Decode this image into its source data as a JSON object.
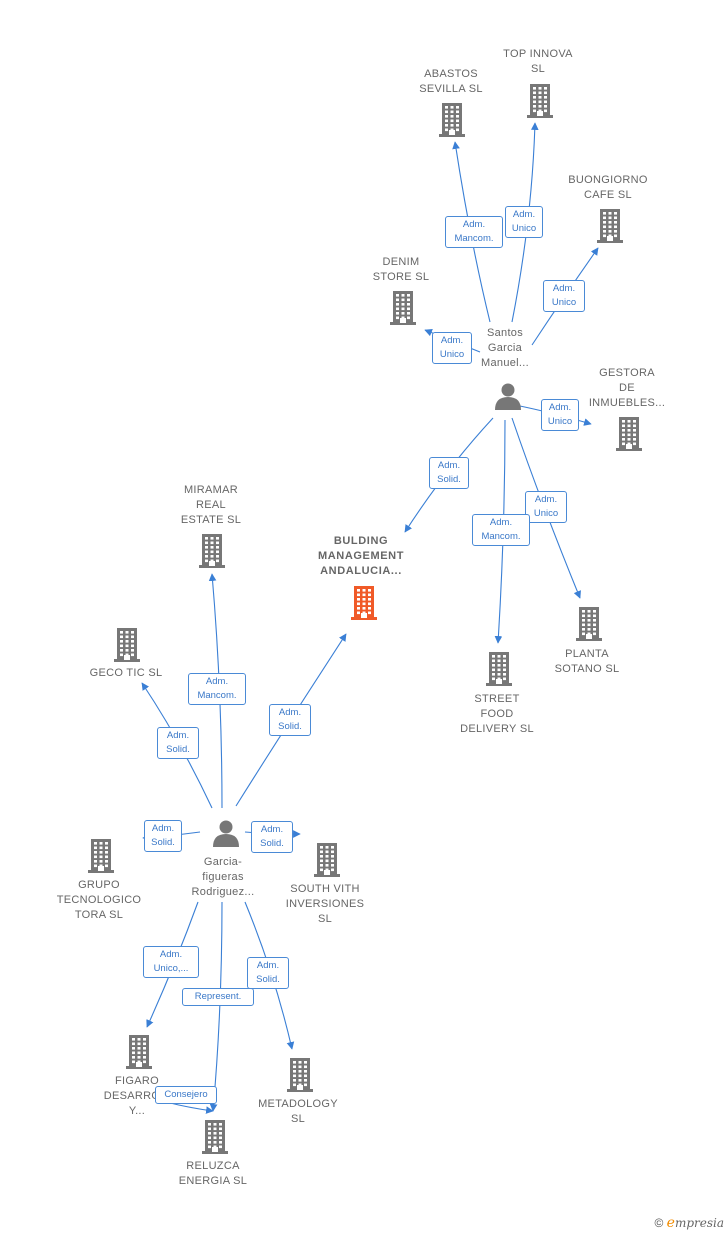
{
  "colors": {
    "edge": "#3a7fd5",
    "node": "#777777",
    "focus": "#f05a28"
  },
  "nodes": [
    {
      "id": "abastos",
      "type": "company",
      "label": [
        "ABASTOS",
        "SEVILLA SL"
      ]
    },
    {
      "id": "topinnova",
      "type": "company",
      "label": [
        "TOP INNOVA",
        "SL"
      ]
    },
    {
      "id": "buongiorno",
      "type": "company",
      "label": [
        "BUONGIORNO",
        "CAFE SL"
      ]
    },
    {
      "id": "denim",
      "type": "company",
      "label": [
        "DENIM",
        "STORE SL"
      ]
    },
    {
      "id": "santos",
      "type": "person",
      "label": [
        "Santos",
        "Garcia",
        "Manuel..."
      ]
    },
    {
      "id": "gestora",
      "type": "company",
      "label": [
        "GESTORA",
        "DE",
        "INMUEBLES..."
      ]
    },
    {
      "id": "miramar",
      "type": "company",
      "label": [
        "MIRAMAR",
        "REAL",
        "ESTATE SL"
      ]
    },
    {
      "id": "bulding",
      "type": "focus",
      "label": [
        "BULDING",
        "MANAGEMENT",
        "ANDALUCIA..."
      ]
    },
    {
      "id": "geco",
      "type": "company",
      "label": [
        "GECO TIC SL"
      ]
    },
    {
      "id": "planta",
      "type": "company",
      "label": [
        "PLANTA",
        "SOTANO SL"
      ]
    },
    {
      "id": "street",
      "type": "company",
      "label": [
        "STREET",
        "FOOD",
        "DELIVERY SL"
      ]
    },
    {
      "id": "garcia",
      "type": "person",
      "label": [
        "Garcia-",
        "figueras",
        "Rodriguez..."
      ]
    },
    {
      "id": "grupo",
      "type": "company",
      "label": [
        "GRUPO",
        "TECNOLOGICO",
        "TORA SL"
      ]
    },
    {
      "id": "southvith",
      "type": "company",
      "label": [
        "SOUTH VITH",
        "INVERSIONES",
        "SL"
      ]
    },
    {
      "id": "figaro",
      "type": "company",
      "label": [
        "FIGARO",
        "DESARRO...",
        "Y..."
      ]
    },
    {
      "id": "metadology",
      "type": "company",
      "label": [
        "METADOLOGY",
        "SL"
      ]
    },
    {
      "id": "reluzca",
      "type": "company",
      "label": [
        "RELUZCA",
        "ENERGIA SL"
      ]
    }
  ],
  "edges": [
    {
      "from": "santos",
      "to": "abastos",
      "label": [
        "Adm.",
        "Mancom."
      ]
    },
    {
      "from": "santos",
      "to": "topinnova",
      "label": [
        "Adm.",
        "Unico"
      ]
    },
    {
      "from": "santos",
      "to": "buongiorno",
      "label": [
        "Adm.",
        "Unico"
      ]
    },
    {
      "from": "santos",
      "to": "denim",
      "label": [
        "Adm.",
        "Unico"
      ]
    },
    {
      "from": "santos",
      "to": "gestora",
      "label": [
        "Adm.",
        "Unico"
      ]
    },
    {
      "from": "santos",
      "to": "bulding",
      "label": [
        "Adm.",
        "Solid."
      ]
    },
    {
      "from": "santos",
      "to": "planta",
      "label": [
        "Adm.",
        "Unico"
      ]
    },
    {
      "from": "santos",
      "to": "street",
      "label": [
        "Adm.",
        "Mancom."
      ]
    },
    {
      "from": "garcia",
      "to": "miramar",
      "label": [
        "Adm.",
        "Mancom."
      ]
    },
    {
      "from": "garcia",
      "to": "bulding",
      "label": [
        "Adm.",
        "Solid."
      ]
    },
    {
      "from": "garcia",
      "to": "geco",
      "label": [
        "Adm.",
        "Solid."
      ]
    },
    {
      "from": "garcia",
      "to": "grupo",
      "label": [
        "Adm.",
        "Solid."
      ]
    },
    {
      "from": "garcia",
      "to": "southvith",
      "label": [
        "Adm.",
        "Solid."
      ]
    },
    {
      "from": "garcia",
      "to": "figaro",
      "label": [
        "Adm.",
        "Unico,..."
      ]
    },
    {
      "from": "garcia",
      "to": "metadology",
      "label": [
        "Adm.",
        "Solid."
      ]
    },
    {
      "from": "garcia",
      "to": "reluzca",
      "label": [
        "Represent."
      ]
    },
    {
      "from": "figaro",
      "to": "reluzca",
      "label": [
        "Consejero"
      ]
    }
  ],
  "brand": {
    "symbol": "©",
    "initial": "e",
    "rest": "mpresia"
  }
}
